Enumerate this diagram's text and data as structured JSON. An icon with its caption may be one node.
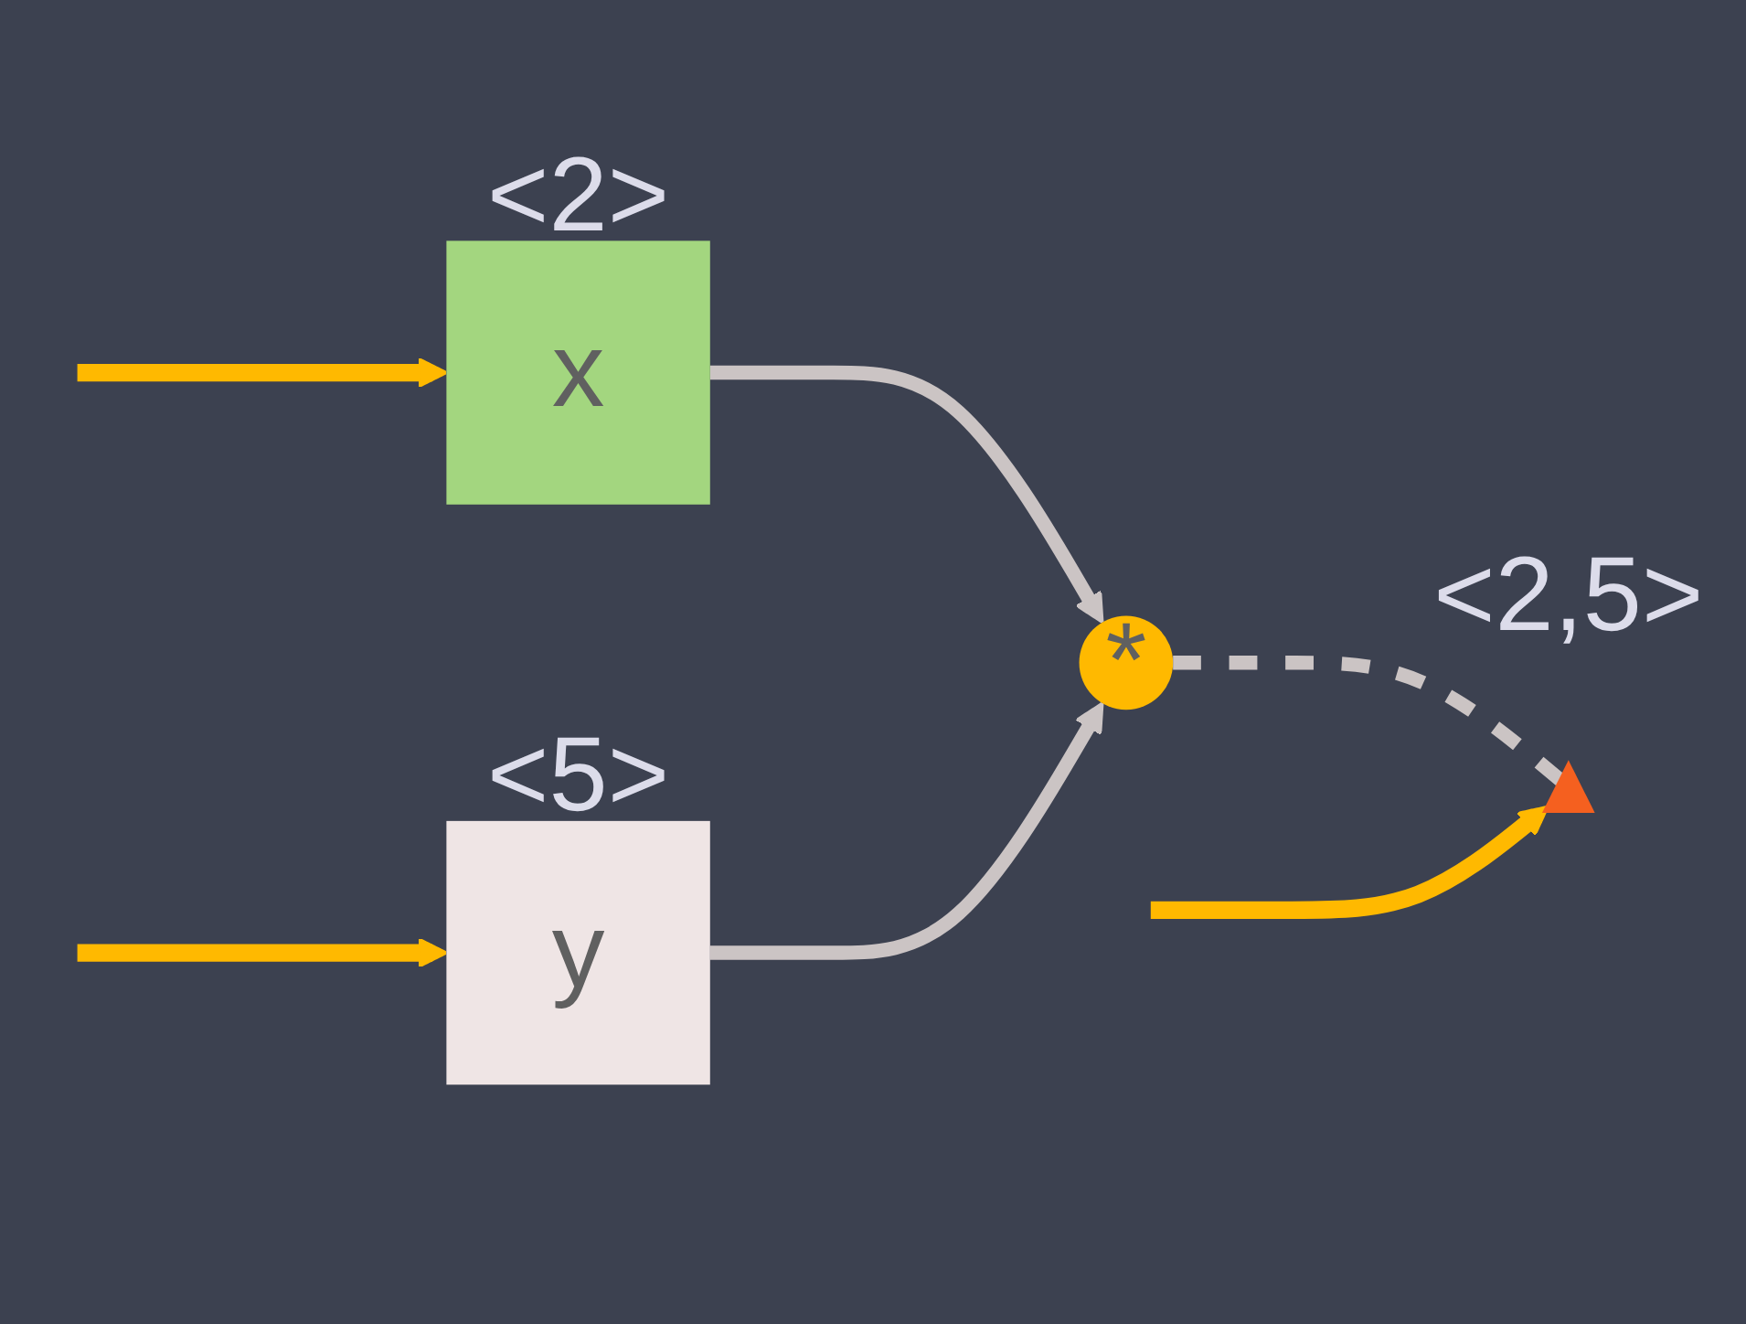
{
  "diagram": {
    "nodes": [
      {
        "text": [
          "x"
        ],
        "beside": [
          "<2>"
        ]
      },
      {
        "text": [
          "y"
        ],
        "beside": [
          "<5>"
        ]
      },
      {
        "text": [
          "*"
        ]
      },
      {
        "text": [],
        "shape": "triangle",
        "beside": [
          "<2,5>"
        ]
      }
    ],
    "edges": [
      {
        "from": 0,
        "to": 2,
        "arrow": "to"
      },
      {
        "from": 1,
        "to": 2,
        "arrow": "to"
      },
      {
        "from": 2,
        "to": 3,
        "arrow": "none",
        "style": "dashed"
      },
      {
        "from": null,
        "to": 0,
        "arrow": "to",
        "color": "#ffb900"
      },
      {
        "from": null,
        "to": 1,
        "arrow": "to",
        "color": "#ffb900"
      },
      {
        "from": null,
        "to": 3,
        "arrow": "to",
        "color": "#ffb900"
      }
    ]
  }
}
